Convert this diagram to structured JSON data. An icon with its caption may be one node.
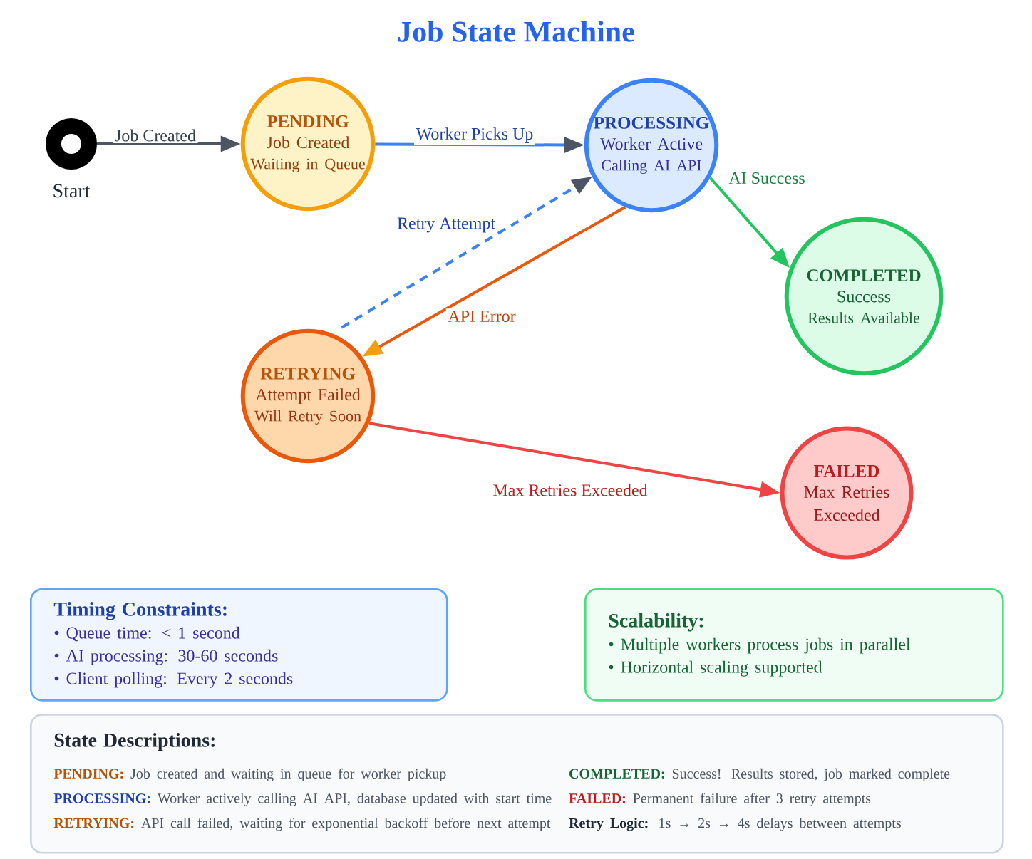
{
  "diagram": {
    "title": "Job State Machine",
    "nodes": [
      {
        "text": [
          "Start"
        ]
      },
      {
        "text": [
          "PENDING",
          "Job Created",
          "Waiting in Queue"
        ]
      },
      {
        "text": [
          "PROCESSING",
          "Worker Active",
          "Calling AI API"
        ]
      },
      {
        "text": [
          "COMPLETED",
          "Success",
          "Results Available"
        ]
      },
      {
        "text": [
          "RETRYING",
          "Attempt Failed",
          "Will Retry Soon"
        ]
      },
      {
        "text": [
          "FAILED",
          "Max Retries Exceeded"
        ]
      },
      {
        "text": [
          "Timing Constraints:",
          "• Queue time: < 1 second",
          "• AI processing: 30-60 seconds",
          "• Client polling: Every 2 seconds"
        ]
      },
      {
        "text": [
          "Scalability:",
          "• Multiple workers process jobs in parallel",
          "• Horizontal scaling supported"
        ]
      },
      {
        "text": [
          "State Descriptions:",
          "PENDING:",
          "Job created and waiting in queue for worker pickup",
          "COMPLETED:",
          "Success! Results stored, job marked complete",
          "PROCESSING:",
          "Worker actively calling AI API, database updated with start time",
          "FAILED:",
          "Permanent failure after 3 retry attempts",
          "RETRYING:",
          "API call failed, waiting for exponential backoff before next attempt",
          "Retry Logic:",
          "1s → 2s → 4s delays between attempts"
        ]
      }
    ],
    "edges": [
      {
        "from": 0,
        "to": 1,
        "arrow": "to",
        "label": "Job Created",
        "color": "#4b5563"
      },
      {
        "from": 1,
        "to": 2,
        "arrow": "to",
        "label": "Worker Picks Up",
        "color": "#3b82f6"
      },
      {
        "from": 2,
        "to": 3,
        "arrow": "to",
        "label": "AI Success",
        "color": "#22c55e"
      },
      {
        "from": 2,
        "to": 4,
        "arrow": "to",
        "label": "API Error",
        "color": "#ea580c"
      },
      {
        "from": 4,
        "to": 2,
        "arrow": "to",
        "label": "Retry Attempt",
        "style": "dashed",
        "color": "#3b82f6"
      },
      {
        "from": 4,
        "to": 5,
        "arrow": "to",
        "label": "Max Retries Exceeded",
        "color": "#ef4444"
      }
    ]
  }
}
